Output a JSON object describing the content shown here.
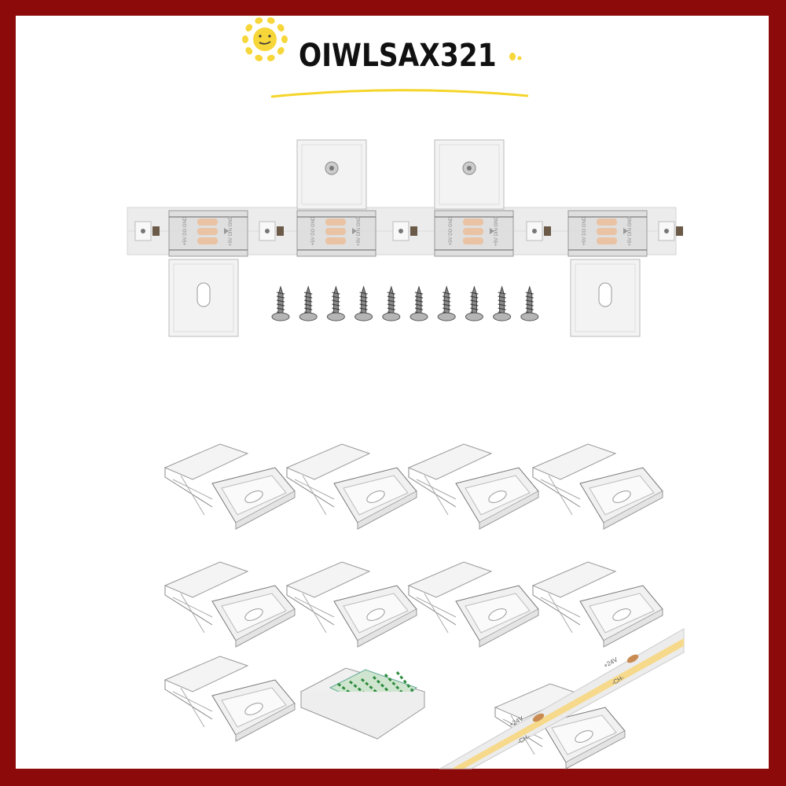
{
  "brand": {
    "name": "OIWLSAX321",
    "accent": "#f5d52a",
    "frame_color": "#8c0a0a"
  },
  "product": {
    "top_strip_pad_labels": [
      "+5V DO GND",
      "+5V DIN GND"
    ],
    "bottom_strip_labels": [
      "+24V",
      "-CH-"
    ],
    "screw_count": 10,
    "clip_count": 10
  }
}
